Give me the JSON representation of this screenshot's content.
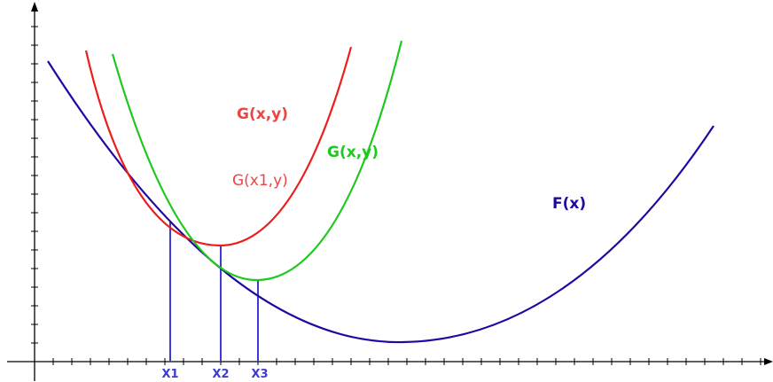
{
  "colors": {
    "axis": "#000000",
    "f_curve": "#1e0aa0",
    "g_red": "#ee1c1c",
    "g_green": "#1ec81e",
    "guide": "#3c3cd2",
    "red_label": "#ee4444",
    "green_label": "#1ec81e"
  },
  "labels": {
    "g_red_title": "G(x,y)",
    "g_red_sub": "G(x1,y)",
    "g_green": "G(x,y)",
    "f": "F(x)",
    "x1": "X1",
    "x2": "X2",
    "x3": "X3"
  }
}
